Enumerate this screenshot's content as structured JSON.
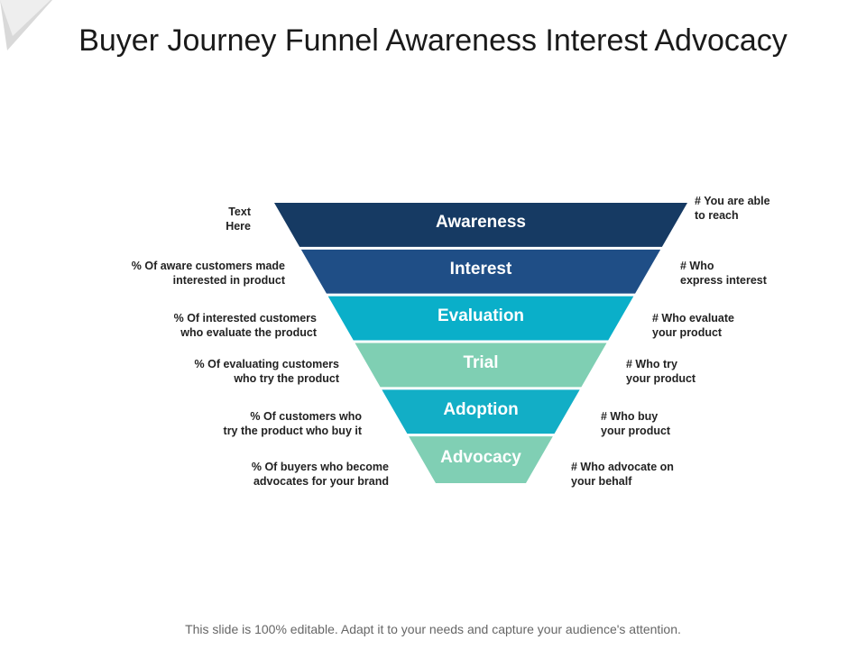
{
  "slide": {
    "title": "Buyer Journey Funnel Awareness Interest Advocacy",
    "footer": "This slide is 100% editable. Adapt it to your needs and capture your audience's attention."
  },
  "funnel": {
    "stages": [
      {
        "label": "Awareness",
        "color": "#163a63",
        "left_lines": [
          "Text",
          "Here"
        ],
        "right_lines": [
          "# You are able",
          "to reach"
        ]
      },
      {
        "label": "Interest",
        "color": "#1f4e86",
        "left_lines": [
          "% Of aware customers made",
          "interested in product"
        ],
        "right_lines": [
          "# Who",
          "express interest"
        ]
      },
      {
        "label": "Evaluation",
        "color": "#0aafc9",
        "left_lines": [
          "% Of interested customers",
          "who evaluate the product"
        ],
        "right_lines": [
          "# Who evaluate",
          "your product"
        ]
      },
      {
        "label": "Trial",
        "color": "#7fcfb3",
        "left_lines": [
          "% Of evaluating customers",
          "who try the  product"
        ],
        "right_lines": [
          "# Who try",
          "your product"
        ]
      },
      {
        "label": "Adoption",
        "color": "#12aec6",
        "left_lines": [
          "% Of customers  who",
          "try the product  who buy it"
        ],
        "right_lines": [
          "# Who buy",
          "your product"
        ]
      },
      {
        "label": "Advocacy",
        "color": "#80cfb4",
        "left_lines": [
          "% Of buyers who become",
          "advocates for your brand"
        ],
        "right_lines": [
          "# Who advocate on",
          "your behalf"
        ]
      }
    ]
  }
}
